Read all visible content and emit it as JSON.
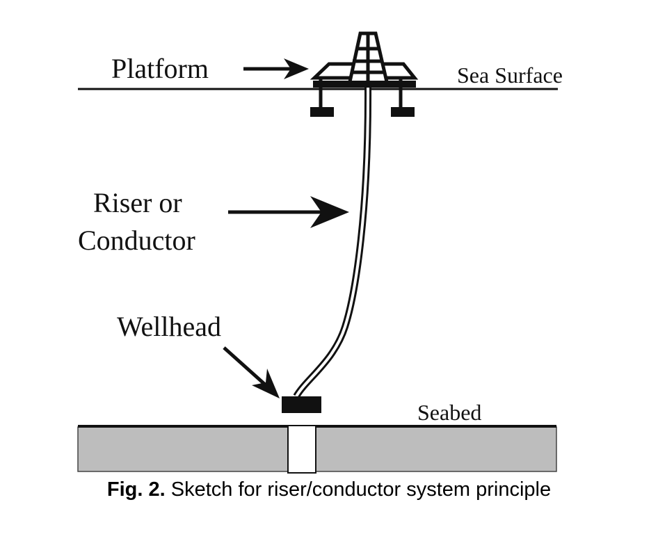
{
  "labels": {
    "platform": "Platform",
    "sea_surface": "Sea Surface",
    "riser_line1": "Riser or",
    "riser_line2": "Conductor",
    "wellhead": "Wellhead",
    "seabed": "Seabed"
  },
  "caption": {
    "prefix": "Fig. 2.",
    "text": "Sketch for riser/conductor system principle"
  },
  "colors": {
    "ink": "#111111",
    "seabed_fill": "#bdbdbd",
    "background": "#ffffff"
  }
}
